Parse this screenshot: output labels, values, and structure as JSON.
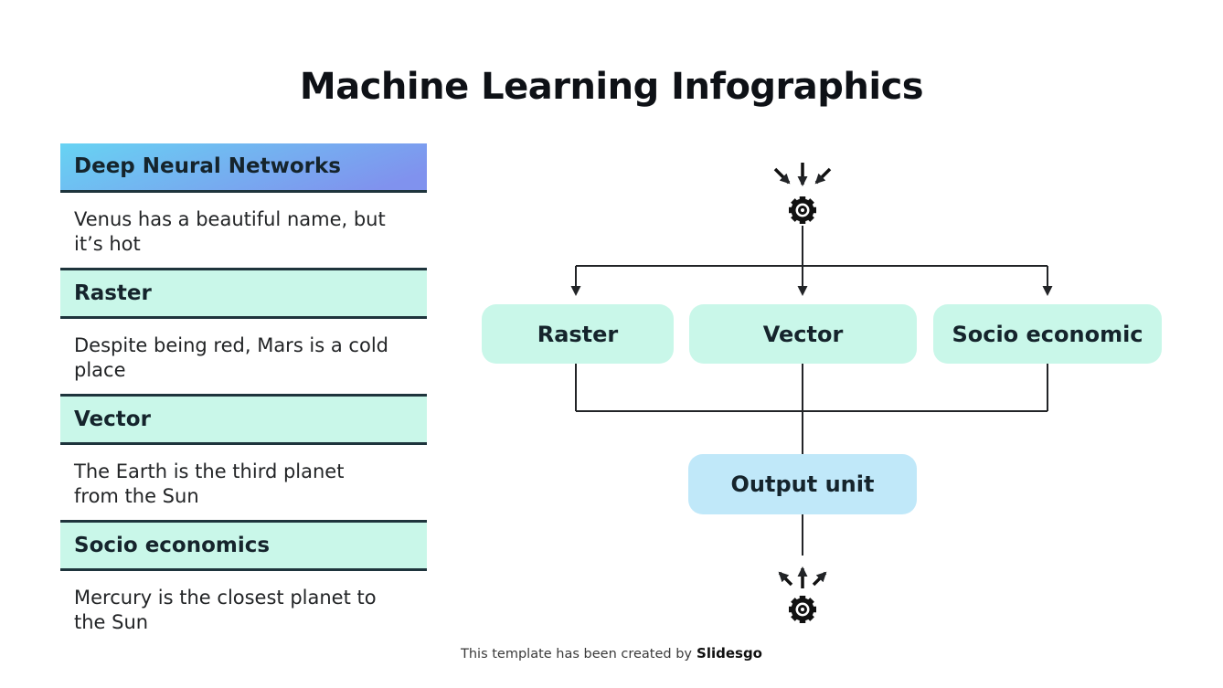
{
  "title": "Machine Learning Infographics",
  "legend": {
    "items": [
      {
        "header": "Deep Neural Networks",
        "description": "Venus has a beautiful name, but\nit’s hot",
        "style": "blue-gradient"
      },
      {
        "header": "Raster",
        "description": "Despite being red, Mars is a cold\nplace",
        "style": "mint"
      },
      {
        "header": "Vector",
        "description": "The Earth is the third planet\nfrom the Sun",
        "style": "mint"
      },
      {
        "header": "Socio economics",
        "description": "Mercury is the closest planet to\nthe Sun",
        "style": "mint"
      }
    ]
  },
  "flowchart": {
    "input_icon": "gear-with-converging-arrows-icon",
    "branches": [
      "Raster",
      "Vector",
      "Socio economic"
    ],
    "output_label": "Output unit",
    "output_icon": "gear-with-diverging-arrows-icon"
  },
  "footer": {
    "text": "This template has been created by",
    "brand": "Slidesgo"
  },
  "colors": {
    "gradient-start": "#67d3f3",
    "gradient-end": "#8092ee",
    "mint": "#c9f7e9",
    "output-blue": "#c0e8f9",
    "rule-dark": "#1e343c",
    "line-dark": "#222427",
    "text-dark": "#15242c",
    "body-text": "#222426",
    "footer-text": "#3a3a3a"
  }
}
